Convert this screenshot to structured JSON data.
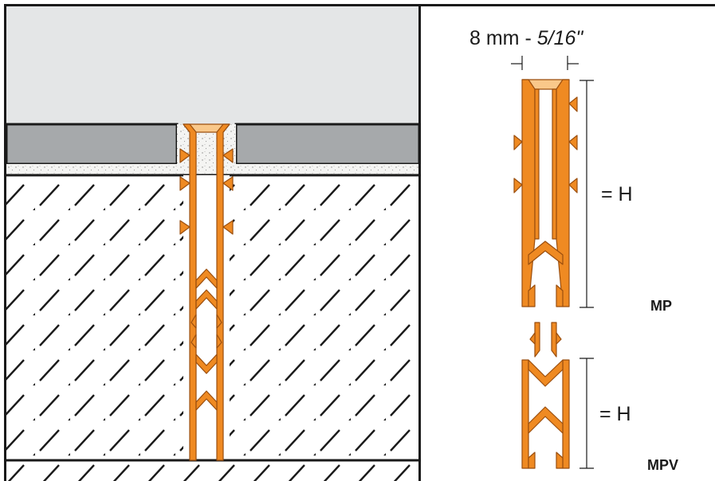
{
  "labels": {
    "width_metric": "8 mm - ",
    "width_imperial": "5/16\"",
    "height_mp": "= H",
    "model_mp": "MP",
    "height_mpv": "= H",
    "model_mpv": "MPV"
  },
  "colors": {
    "profile_orange": "#ef8a22",
    "profile_outline": "#9a4e0e",
    "profile_cap": "#f9c88a",
    "tile_top": "#e4e6e7",
    "tile_band": "#a6a9ab",
    "screed": "#f4f4f2",
    "concrete": "#ffffff",
    "hatch": "#1a1a1a"
  }
}
